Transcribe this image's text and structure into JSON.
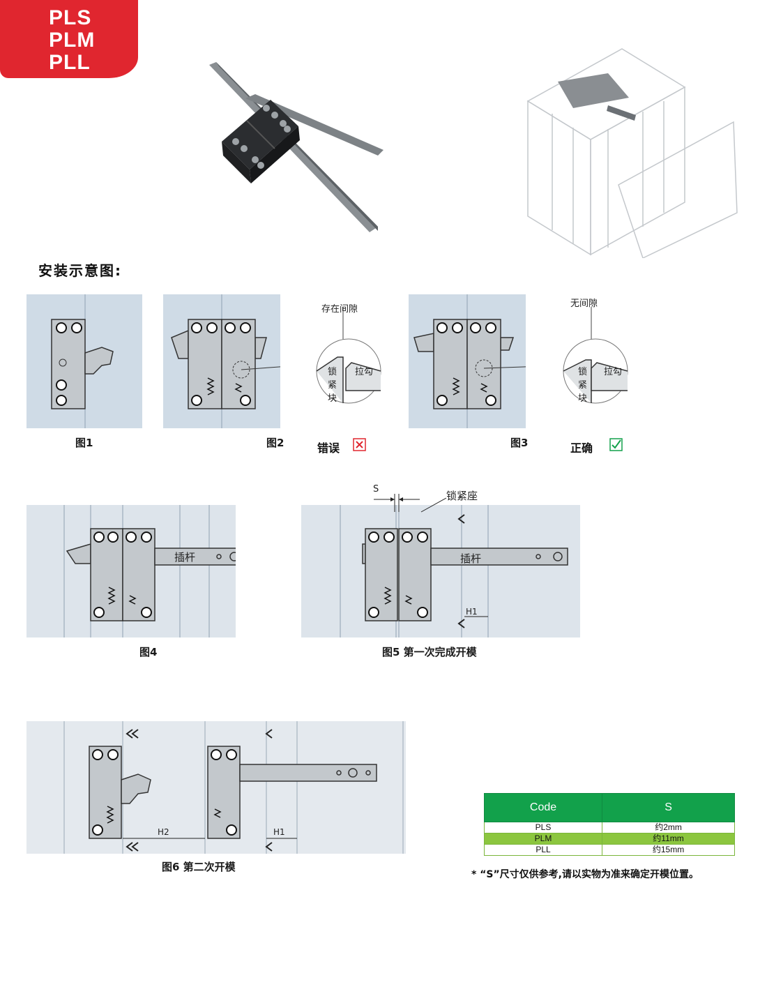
{
  "product_codes": [
    "PLS",
    "PLM",
    "PLL"
  ],
  "section_title": "安装示意图:",
  "figures": {
    "fig1": "图1",
    "fig2": "图2",
    "fig3": "图3",
    "fig4": "图4",
    "fig5": "图5 第一次完成开模",
    "fig6": "图6 第二次开模"
  },
  "callouts": {
    "gap_present": "存在间隙",
    "no_gap": "无间隙",
    "lock_block_chars": [
      "锁",
      "紧",
      "块"
    ],
    "hook": "拉勾",
    "lock_seat": "锁紧座",
    "insert_rod": "插杆",
    "s": "S",
    "h1": "H1",
    "h2": "H2"
  },
  "verdicts": {
    "wrong": "错误",
    "right": "正确",
    "wrong_color": "#e0262f",
    "right_color": "#12a14b"
  },
  "table": {
    "headers": [
      "Code",
      "S"
    ],
    "rows": [
      {
        "code": "PLS",
        "s": "约2mm"
      },
      {
        "code": "PLM",
        "s": "约11mm"
      },
      {
        "code": "PLL",
        "s": "约15mm"
      }
    ],
    "header_color": "#12a14b",
    "highlight_color": "#8cc63f"
  },
  "note": "* “S”尺寸仅供参考,请以实物为准来确定开模位置。"
}
